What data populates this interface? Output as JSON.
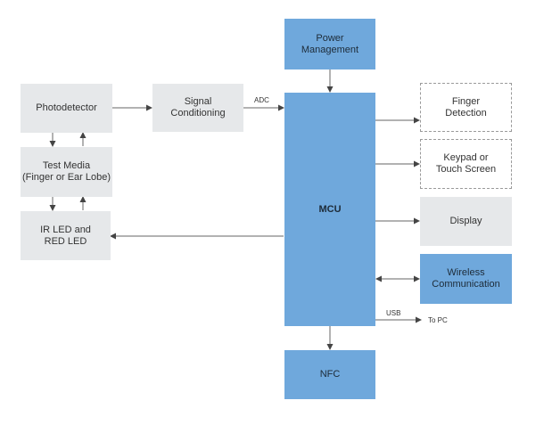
{
  "blocks": {
    "power": "Power\nManagement",
    "photodetector": "Photodetector",
    "signal": "Signal\nConditioning",
    "test_media": "Test Media\n(Finger or Ear Lobe)",
    "ir_led": "IR LED and\nRED LED",
    "mcu": "MCU",
    "finger_detection": "Finger\nDetection",
    "keypad": "Keypad or\nTouch Screen",
    "display": "Display",
    "wireless": "Wireless\nCommunication",
    "nfc": "NFC"
  },
  "labels": {
    "adc": "ADC",
    "usb": "USB",
    "to_pc": "To PC"
  },
  "colors": {
    "gray_block": "#e6e8ea",
    "blue_block": "#6fa8dc",
    "line": "#555555"
  }
}
